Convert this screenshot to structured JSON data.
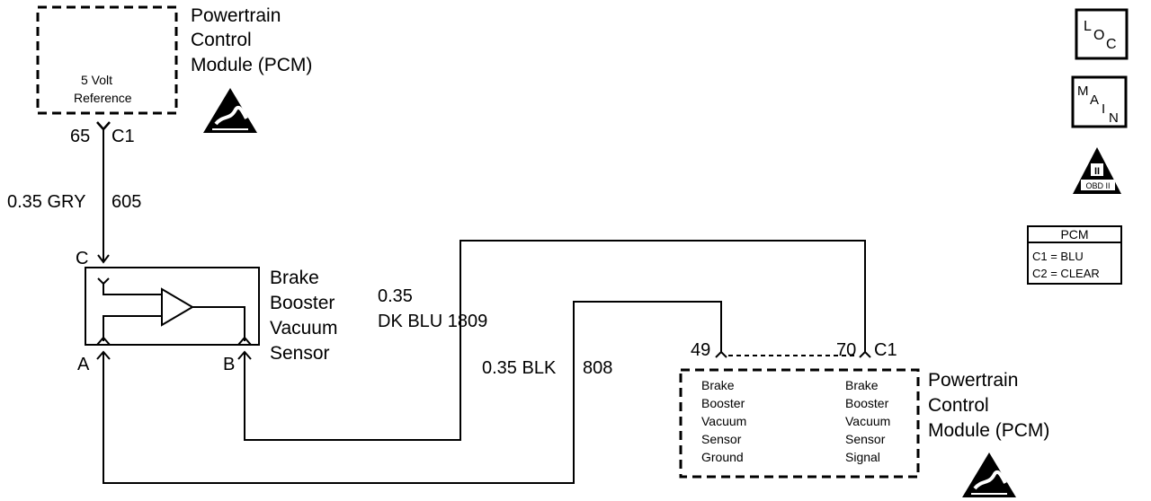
{
  "pcm_top": {
    "title_lines": [
      "Powertrain",
      "Control",
      "Module (PCM)"
    ],
    "inner_lines": [
      "5 Volt",
      "Reference"
    ],
    "pin": "65",
    "connector": "C1"
  },
  "wire_gry": {
    "gauge_color": "0.35 GRY",
    "circuit": "605"
  },
  "sensor": {
    "title_lines": [
      "Brake",
      "Booster",
      "Vacuum",
      "Sensor"
    ],
    "terminal_c": "C",
    "terminal_a": "A",
    "terminal_b": "B"
  },
  "wire_dkblu": {
    "gauge": "0.35",
    "color_circuit": "DK BLU  1809"
  },
  "wire_blk": {
    "gauge_color": "0.35 BLK",
    "circuit": "808"
  },
  "pcm_bottom": {
    "pin_left": "49",
    "pin_right": "70",
    "connector": "C1",
    "title_lines": [
      "Powertrain",
      "Control",
      "Module (PCM)"
    ],
    "left_lines": [
      "Brake",
      "Booster",
      "Vacuum",
      "Sensor",
      "Ground"
    ],
    "right_lines": [
      "Brake",
      "Booster",
      "Vacuum",
      "Sensor",
      "Signal"
    ]
  },
  "side_icons": {
    "loc": [
      "L",
      "O",
      "C"
    ],
    "main": [
      "M",
      "A",
      "I",
      "N"
    ],
    "obd_numeral": "II",
    "obd_text": "OBD II"
  },
  "pcm_legend": {
    "header": "PCM",
    "rows": [
      "C1 = BLU",
      "C2 = CLEAR"
    ]
  }
}
